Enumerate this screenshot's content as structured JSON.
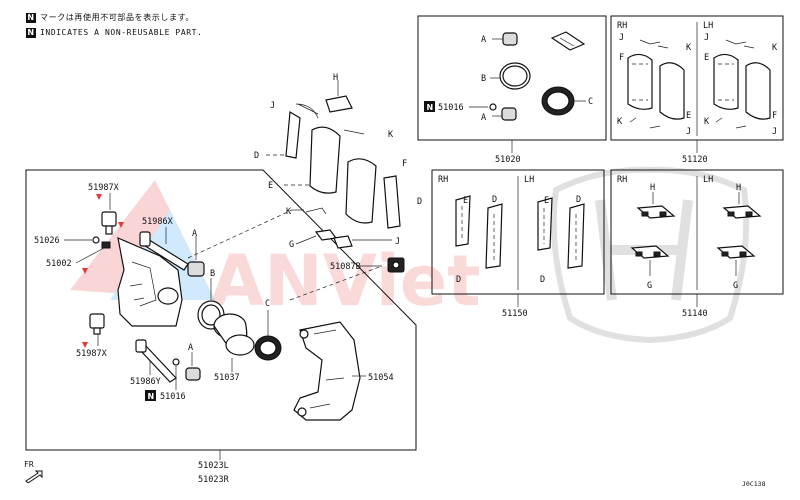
{
  "legend": {
    "badge": "N",
    "line1": "マークは再使用不可部品を表示します。",
    "line2": "INDICATES A NON-REUSABLE PART."
  },
  "watermark": {
    "text": "ANViet",
    "color": "#e53935",
    "accent": "#2196f3",
    "logo": "honda-logo"
  },
  "front_mark": "FR",
  "diagram_code": "J0C138",
  "groups": {
    "seal_kit": {
      "label": "51020"
    },
    "pad_set": {
      "label": "51120",
      "rh": "RH",
      "lh": "LH"
    },
    "shims": {
      "label": "51150",
      "rh": "RH",
      "lh": "LH"
    },
    "clips": {
      "label": "51140",
      "rh": "RH",
      "lh": "LH"
    },
    "caliper": {
      "label_l": "51023L",
      "label_r": "51023R"
    }
  },
  "parts": {
    "p51987x_top": "51987X",
    "p51986x": "51986X",
    "p51026": "51026",
    "p51002": "51002",
    "p51987x_bot": "51987X",
    "p51986y": "51986Y",
    "p51016_bot": "51016",
    "p51037": "51037",
    "p51054": "51054",
    "p51087b": "51087B",
    "p51016_kit": "51016"
  },
  "letters": {
    "a": "A",
    "b": "B",
    "c": "C",
    "d": "D",
    "e": "E",
    "f": "F",
    "g": "G",
    "h": "H",
    "j": "J",
    "k": "K"
  }
}
